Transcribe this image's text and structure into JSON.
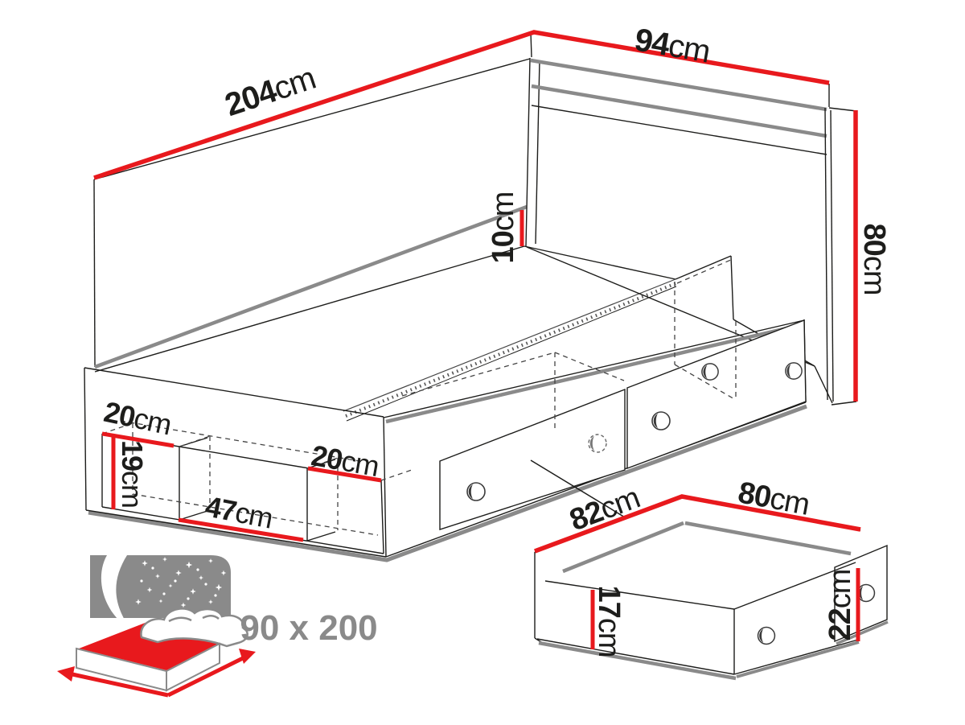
{
  "palette": {
    "accent_red": "#e8191d",
    "line_black": "#1d1d1b",
    "line_gray": "#8a8a8a",
    "background": "#ffffff"
  },
  "bed": {
    "dims": {
      "length": {
        "value": "204",
        "unit": "cm"
      },
      "width": {
        "value": "94",
        "unit": "cm"
      },
      "height": {
        "value": "80",
        "unit": "cm"
      },
      "wall_band": {
        "value": "10",
        "unit": "cm"
      },
      "niche_left": {
        "value": "20",
        "unit": "cm"
      },
      "niche_height": {
        "value": "19",
        "unit": "cm"
      },
      "niche_width": {
        "value": "47",
        "unit": "cm"
      },
      "niche_right": {
        "value": "20",
        "unit": "cm"
      }
    }
  },
  "drawer": {
    "dims": {
      "depth": {
        "value": "82",
        "unit": "cm"
      },
      "width": {
        "value": "80",
        "unit": "cm"
      },
      "inner_height": {
        "value": "17",
        "unit": "cm"
      },
      "front_height": {
        "value": "22",
        "unit": "cm"
      }
    }
  },
  "badge": {
    "label": "90 x 200"
  }
}
